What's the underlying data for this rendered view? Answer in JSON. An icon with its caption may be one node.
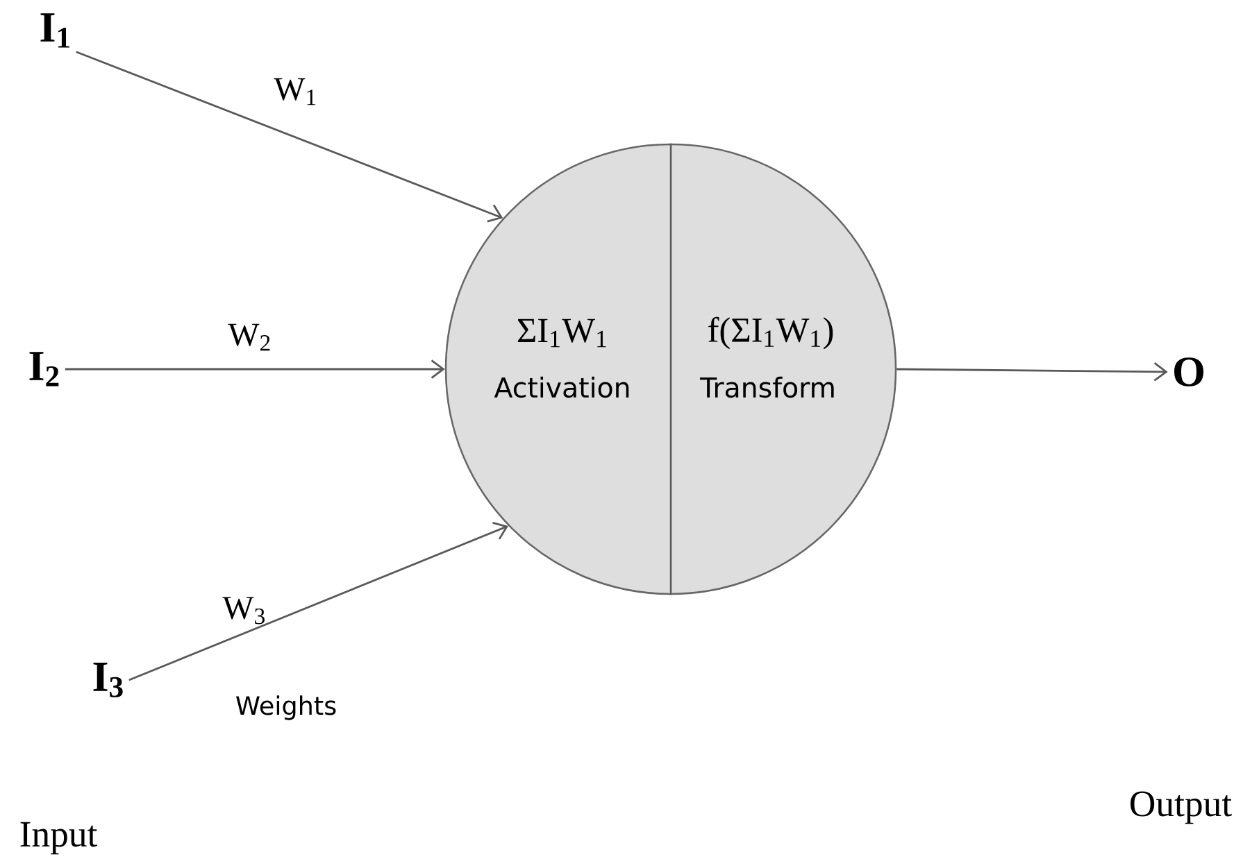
{
  "diagram": {
    "nodes": [
      {
        "text": [
          "I$_{1}$"
        ]
      },
      {
        "text": [
          "I$_{2}$"
        ]
      },
      {
        "text": [
          "I$_{3}$"
        ]
      },
      {
        "text": [
          "ΣI$_{1}$W$_{1}$",
          "Activation",
          "f(ΣI$_{1}$W$_{1}$)",
          "Transform"
        ]
      },
      {
        "text": [
          "O"
        ]
      }
    ],
    "edges": [
      {
        "from": 0,
        "to": 3,
        "arrow": "to",
        "label": "W$_{1}$"
      },
      {
        "from": 1,
        "to": 3,
        "arrow": "to",
        "label": "W$_{2}$"
      },
      {
        "from": 2,
        "to": 3,
        "arrow": "to",
        "label": "W$_{3}$"
      },
      {
        "from": 3,
        "to": 4,
        "arrow": "to"
      }
    ],
    "labels": [
      "Weights",
      "Input",
      "Output"
    ]
  }
}
